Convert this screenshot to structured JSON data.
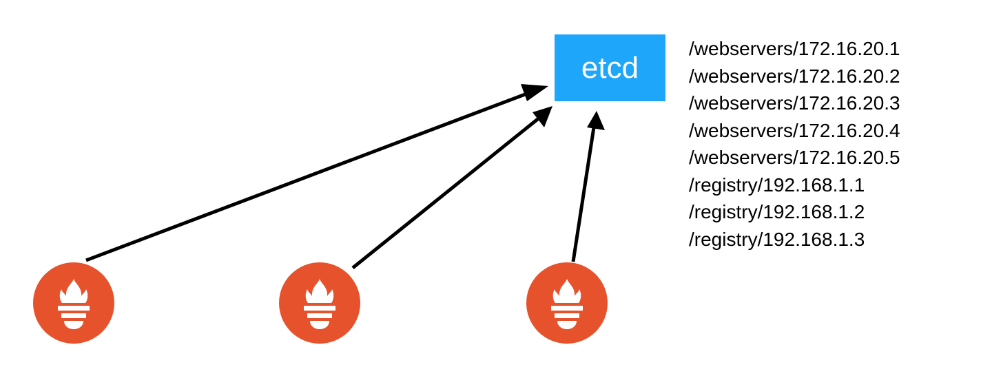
{
  "colors": {
    "etcd_box": "#1ea6fb",
    "prometheus": "#e6522c",
    "arrow": "#000000",
    "text": "#000000"
  },
  "etcd": {
    "label": "etcd"
  },
  "keys": [
    "/webservers/172.16.20.1",
    "/webservers/172.16.20.2",
    "/webservers/172.16.20.3",
    "/webservers/172.16.20.4",
    "/webservers/172.16.20.5",
    "/registry/192.168.1.1",
    "/registry/192.168.1.2",
    "/registry/192.168.1.3"
  ],
  "prometheus_nodes": [
    {
      "icon": "prometheus-icon"
    },
    {
      "icon": "prometheus-icon"
    },
    {
      "icon": "prometheus-icon"
    }
  ],
  "connections": [
    {
      "from": "prometheus-1",
      "to": "etcd"
    },
    {
      "from": "prometheus-2",
      "to": "etcd"
    },
    {
      "from": "prometheus-3",
      "to": "etcd"
    }
  ]
}
